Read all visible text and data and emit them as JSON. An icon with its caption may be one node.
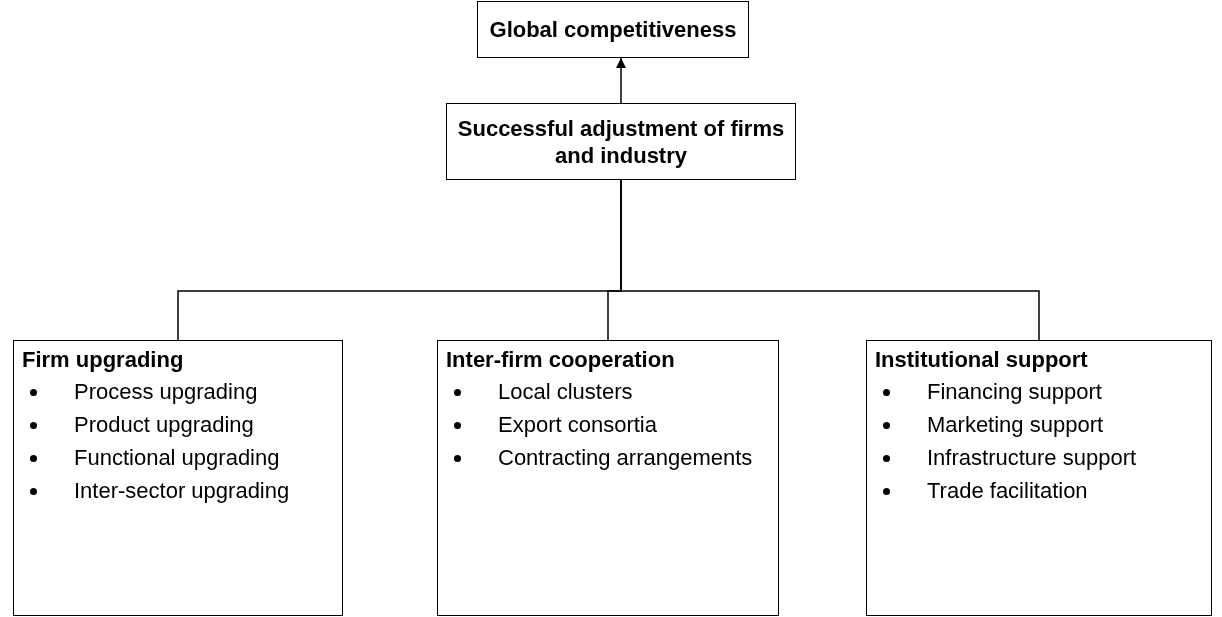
{
  "diagram": {
    "nodes": [
      {
        "text": [
          "Global competitiveness"
        ]
      },
      {
        "text": [
          "Successful adjustment of firms and industry"
        ]
      },
      {
        "text": [
          "Firm upgrading",
          "Process upgrading",
          "Product upgrading",
          "Functional upgrading",
          "Inter-sector upgrading"
        ]
      },
      {
        "text": [
          "Inter-firm cooperation",
          "Local clusters",
          "Export consortia",
          "Contracting arrangements"
        ]
      },
      {
        "text": [
          "Institutional support",
          "Financing support",
          "Marketing support",
          "Infrastructure support",
          "Trade facilitation"
        ]
      }
    ],
    "edges": [
      {
        "from": 1,
        "to": 0,
        "arrow": "to"
      },
      {
        "from": 1,
        "to": 2,
        "arrow": "none"
      },
      {
        "from": 1,
        "to": 3,
        "arrow": "none"
      },
      {
        "from": 1,
        "to": 4,
        "arrow": "none"
      }
    ]
  }
}
